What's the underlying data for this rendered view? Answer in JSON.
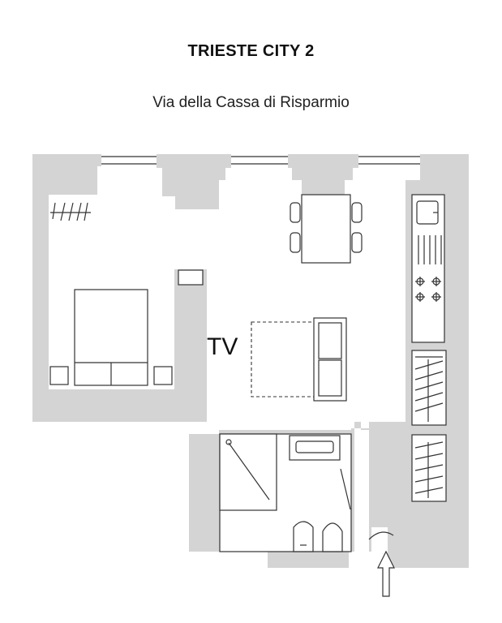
{
  "plan": {
    "title": "TRIESTE CITY 2",
    "street": "Via della Cassa di Risparmio",
    "tv_label": "TV"
  }
}
